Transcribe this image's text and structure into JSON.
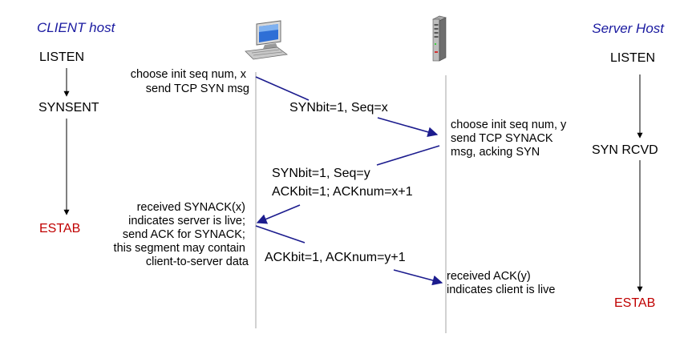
{
  "client": {
    "title": "CLIENT host",
    "states": [
      "LISTEN",
      "SYNSENT",
      "ESTAB"
    ]
  },
  "server": {
    "title": "Server Host",
    "states": [
      "LISTEN",
      "SYN RCVD",
      "ESTAB"
    ]
  },
  "notes": {
    "client_syn": [
      "choose init seq num, x",
      "send TCP SYN msg"
    ],
    "server_synack": [
      "choose init seq num, y",
      "send TCP SYNACK",
      "msg, acking SYN"
    ],
    "client_ack": [
      "received SYNACK(x)",
      "indicates server is live;",
      "send ACK for SYNACK;",
      "this segment may contain",
      "client-to-server data"
    ],
    "server_recv": [
      "received ACK(y)",
      "indicates client is live"
    ]
  },
  "segments": {
    "syn": "SYNbit=1, Seq=x",
    "synack": [
      "SYNbit=1, Seq=y",
      "ACKbit=1; ACKnum=x+1"
    ],
    "ack": "ACKbit=1, ACKnum=y+1"
  },
  "colors": {
    "host_title": "#1a1aa0",
    "estab": "#c00000",
    "segment_arrow": "#1c1c8e"
  },
  "icons": {
    "client": "computer-icon",
    "server": "server-tower-icon"
  }
}
